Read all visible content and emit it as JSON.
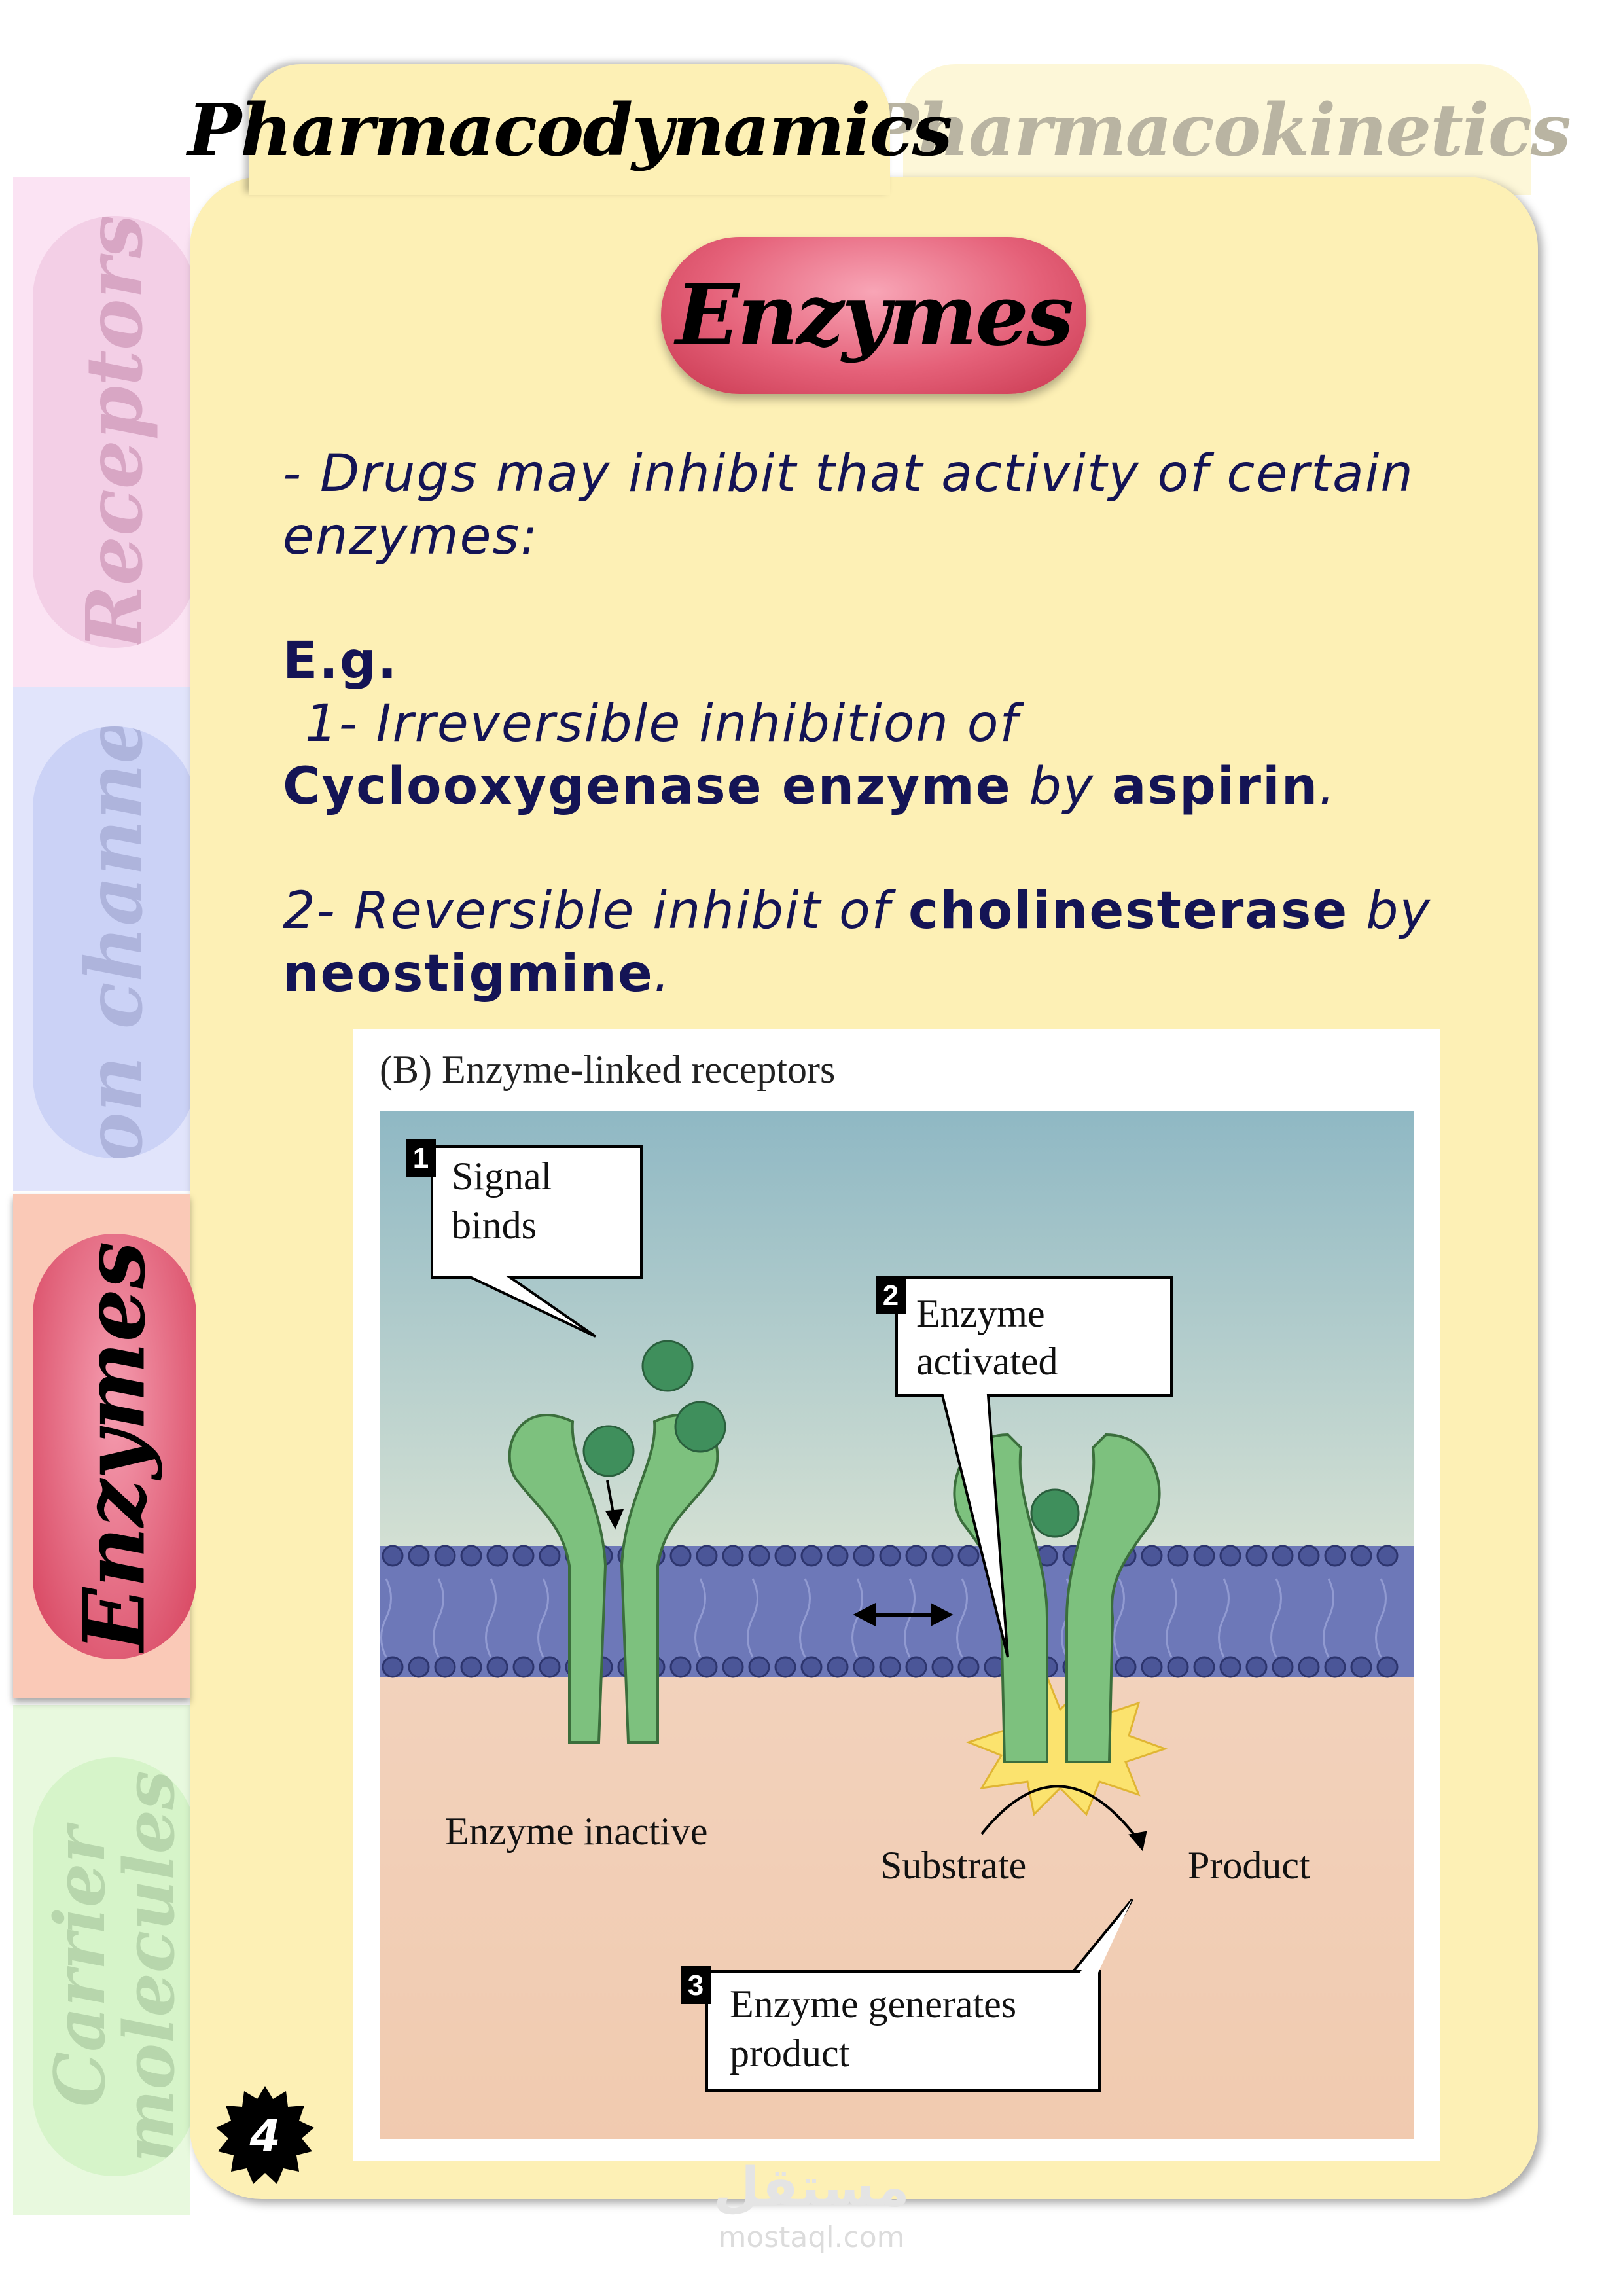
{
  "tabs": {
    "active": "Pharmacodynamics",
    "inactive": "Pharmacokinetics"
  },
  "sidebar": {
    "items": [
      {
        "label": "Receptors",
        "active": false
      },
      {
        "label": "Ion channel",
        "active": false
      },
      {
        "label": "Enzymes",
        "active": true
      },
      {
        "label_line1": "Carrier",
        "label_line2": "molecules",
        "active": false
      }
    ]
  },
  "title": "Enzymes",
  "body": {
    "intro_line1": "- Drugs may inhibit that activity of certain",
    "intro_line2": "enzymes:",
    "eg": "E.g.",
    "item1_line1": "1- Irreversible inhibition of",
    "item1_enzyme": "Cyclooxygenase enzyme",
    "item1_by": "by",
    "item1_drug": "aspirin",
    "item1_end": ".",
    "item2_prefix": "2- Reversible inhibit of",
    "item2_enzyme": "cholinesterase",
    "item2_by": "by",
    "item2_drug": "neostigmine",
    "item2_end": "."
  },
  "figure": {
    "caption": "(B) Enzyme-linked receptors",
    "step1_number": "1",
    "step1_line1": "Signal",
    "step1_line2": "binds",
    "step2_number": "2",
    "step2_line1": "Enzyme",
    "step2_line2": "activated",
    "step3_number": "3",
    "step3_line1": "Enzyme generates",
    "step3_line2": "product",
    "label_inactive": "Enzyme inactive",
    "label_substrate": "Substrate",
    "label_product": "Product"
  },
  "page_number": "4",
  "watermark": {
    "arabic": "مستقل",
    "latin": "mostaql.com"
  }
}
